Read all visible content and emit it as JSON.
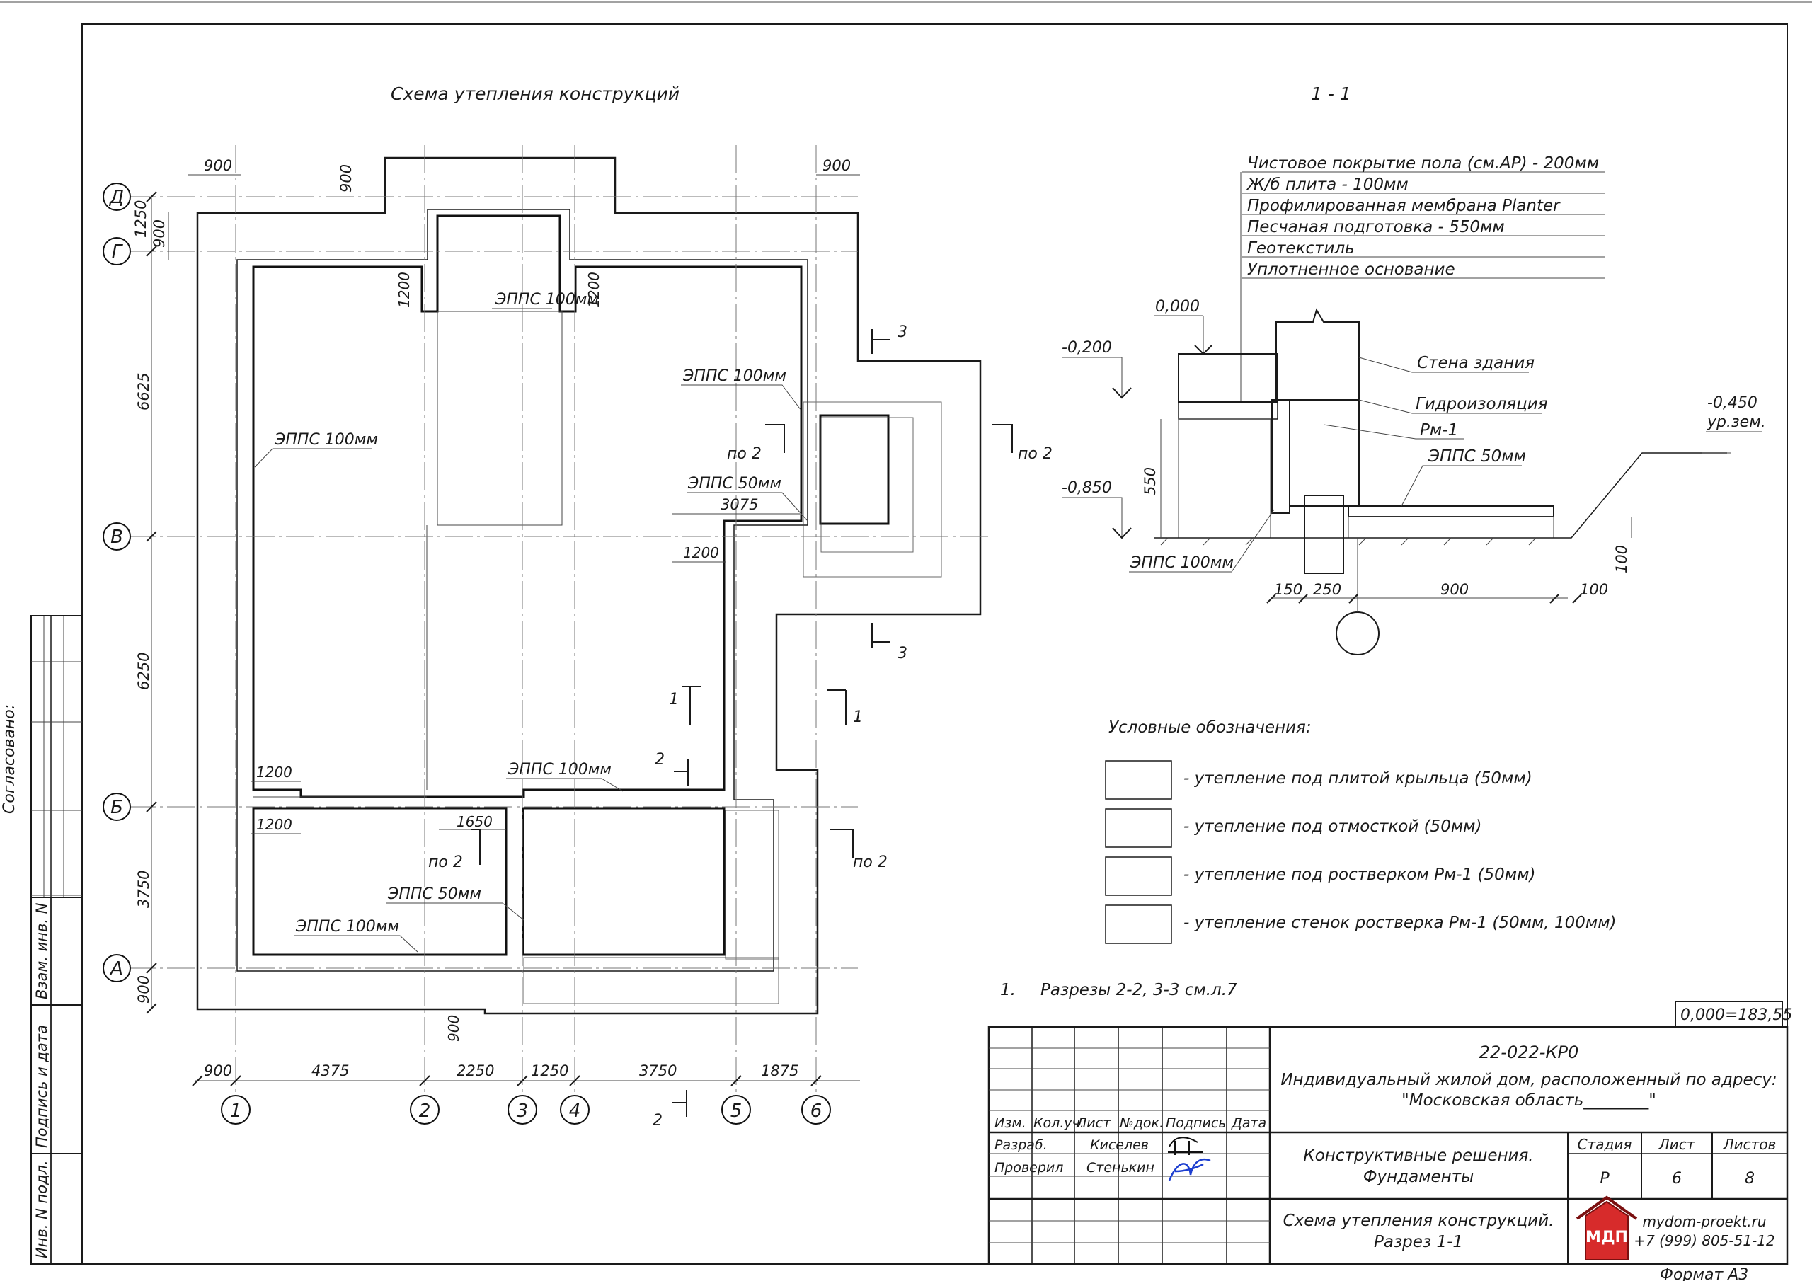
{
  "plan": {
    "title": "Схема утепления конструкций",
    "axes_letters": [
      "Д",
      "Г",
      "В",
      "Б",
      "А"
    ],
    "axes_numbers": [
      "1",
      "2",
      "3",
      "4",
      "5",
      "6"
    ],
    "dims_left": [
      "1250",
      "900",
      "6625",
      "6250",
      "3750",
      "900"
    ],
    "dims_top": [
      "900",
      "900",
      "900"
    ],
    "dims_bottom": [
      "900",
      "4375",
      "2250",
      "1250",
      "3750",
      "1875"
    ],
    "dims_inner": [
      "1200",
      "1200",
      "1200",
      "1200",
      "1200",
      "1650",
      "3075",
      "900"
    ],
    "insulation_labels": [
      "ЭППС 100мм",
      "ЭППС 100мм",
      "ЭППС 100мм",
      "ЭППС 50мм",
      "ЭППС 100мм",
      "ЭППС 50мм",
      "ЭППС 100мм"
    ],
    "section_marks": [
      "3",
      "3",
      "1",
      "1",
      "2",
      "2"
    ],
    "po2_labels": [
      "по 2",
      "по 2",
      "по 2",
      "по 2"
    ]
  },
  "section": {
    "title": "1 - 1",
    "layers": [
      "Чистовое покрытие пола (см.АР) - 200мм",
      "Ж/б плита - 100мм",
      "Профилированная мембрана Planter",
      "Песчаная подготовка - 550мм",
      "Геотекстиль",
      "Уплотненное основание"
    ],
    "levels": [
      "0,000",
      "-0,200",
      "-0,850",
      "-0,450",
      "ур.зем."
    ],
    "labels": [
      "Стена здания",
      "Гидроизоляция",
      "Рм-1",
      "ЭППС 50мм",
      "ЭППС 100мм"
    ],
    "dims": [
      "550",
      "150",
      "250",
      "900",
      "100",
      "100"
    ]
  },
  "legend": {
    "title": "Условные обозначения:",
    "items": [
      "- утепление под плитой крыльца (50мм)",
      "- утепление под отмосткой (50мм)",
      "- утепление под ростверком Рм-1 (50мм)",
      "- утепление стенок ростверка Рм-1 (50мм, 100мм)"
    ]
  },
  "note": {
    "num": "1.",
    "text": "Разрезы 2-2, 3-3 см.л.7"
  },
  "titleblock": {
    "elevation": "0,000=183,55",
    "code": "22-022-КР0",
    "object_line1": "Индивидуальный жилой дом, расположенный по адресу:",
    "object_line2": "\"Московская область________\"",
    "headers": [
      "Изм.",
      "Кол.уч.",
      "Лист",
      "№док.",
      "Подпись",
      "Дата"
    ],
    "role1": "Разраб.",
    "name1": "Киселев",
    "role2": "Проверил",
    "name2": "Стенькин",
    "section_line1": "Конструктивные решения.",
    "section_line2": "Фундаменты",
    "stage_h": "Стадия",
    "sheet_h": "Лист",
    "sheets_h": "Листов",
    "stage": "Р",
    "sheet": "6",
    "sheets": "8",
    "sheet_title1": "Схема утепления конструкций.",
    "sheet_title2": "Разрез 1-1",
    "site": "mydom-proekt.ru",
    "phone": "+7 (999) 805-51-12",
    "logo_text": "МДП",
    "format": "Формат А3"
  },
  "sidebar": {
    "agreed": "Согласовано:",
    "vzam": "Взам. инв. N",
    "podpis": "Подпись и дата",
    "inv": "Инв. N подл."
  }
}
